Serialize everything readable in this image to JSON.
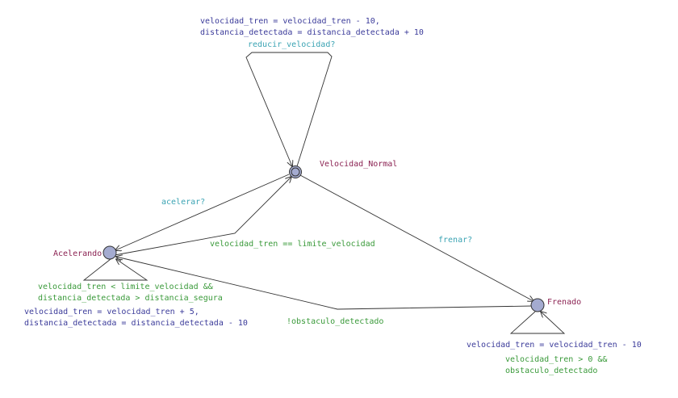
{
  "colors": {
    "location_name": "#8b2252",
    "sync": "#3aa3b3",
    "guard": "#3a9a3a",
    "update": "#3b3b9a",
    "node_fill": "#a4abd0",
    "node_stroke": "#333333",
    "edge": "#333333"
  },
  "locations": {
    "velocidad_normal": {
      "name": "Velocidad_Normal",
      "initial": true
    },
    "acelerando": {
      "name": "Acelerando",
      "initial": false
    },
    "frenado": {
      "name": "Frenado",
      "initial": false
    }
  },
  "edges": {
    "normal_self_loop": {
      "sync": "reducir_velocidad?",
      "update_line1": "velocidad_tren = velocidad_tren - 10,",
      "update_line2": "distancia_detectada = distancia_detectada + 10"
    },
    "normal_to_acelerando": {
      "sync": "acelerar?"
    },
    "acelerando_to_normal": {
      "guard": "velocidad_tren == limite_velocidad"
    },
    "acelerando_self_loop": {
      "guard_line1": "velocidad_tren < limite_velocidad &&",
      "guard_line2": "distancia_detectada > distancia_segura",
      "update_line1": "velocidad_tren = velocidad_tren + 5,",
      "update_line2": "distancia_detectada = distancia_detectada - 10"
    },
    "normal_to_frenado": {
      "sync": "frenar?"
    },
    "frenado_to_acelerando": {
      "guard": "!obstaculo_detectado"
    },
    "frenado_self_loop": {
      "update": "velocidad_tren = velocidad_tren - 10",
      "guard_line1": "velocidad_tren > 0 &&",
      "guard_line2": "obstaculo_detectado"
    }
  }
}
